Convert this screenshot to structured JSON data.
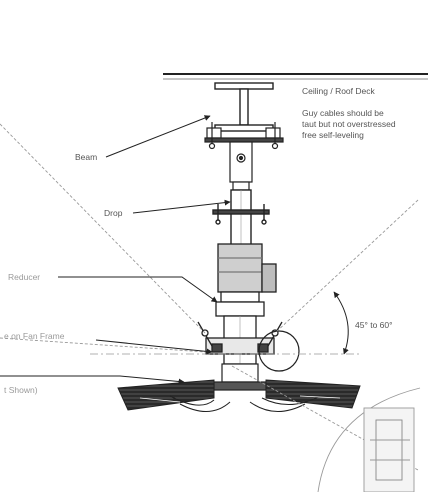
{
  "labels": {
    "ceiling": "Ceiling / Roof Deck",
    "guy_note_1": "Guy cables should be",
    "guy_note_2": "taut but not overstressed",
    "guy_note_3": "free self-leveling",
    "beam": "Beam",
    "drop": "Drop",
    "reducer": "Reducer",
    "fan_frame": "e on Fan Frame",
    "not_shown": "t Shown)",
    "angle": "45° to 60°"
  },
  "colors": {
    "line": "#222222",
    "label_light": "#9a9a9a",
    "label_note": "#555555",
    "motor_fill": "#bdbdbd",
    "blade_fill": "#2a2a2a"
  }
}
